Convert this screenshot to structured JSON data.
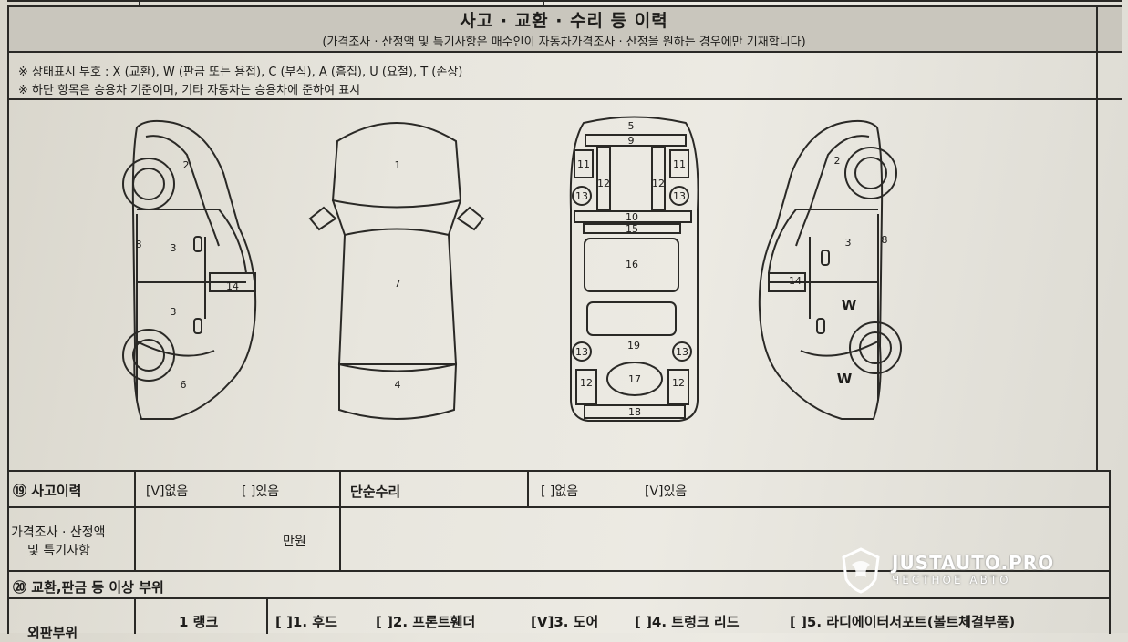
{
  "header": {
    "title": "사고 · 교환 · 수리 등 이력",
    "subtitle": "(가격조사 · 산정액 및 특기사항은 매수인이 자동차가격조사 · 산정을 원하는 경우에만 기재합니다)"
  },
  "legend": {
    "line1": "※ 상태표시 부호 : X (교환), W (판금 또는 용접), C (부식), A (흠집), U (요철), T (손상)",
    "line2": "※ 하단 항목은 승용차 기준이며, 기타 자동차는 승용차에 준하여 표시"
  },
  "diagram": {
    "left_side": {
      "n2": "2",
      "n8": "8",
      "n3a": "3",
      "n3b": "3",
      "n14": "14",
      "n6": "6"
    },
    "top": {
      "n1": "1",
      "n7": "7",
      "n4": "4"
    },
    "under": {
      "n5": "5",
      "n9": "9",
      "n11a": "11",
      "n11b": "11",
      "n12a": "12",
      "n12b": "12",
      "n13a": "13",
      "n13b": "13",
      "n10": "10",
      "n15": "15",
      "n16": "16",
      "n13c": "13",
      "n13d": "13",
      "n19": "19",
      "n12c": "12",
      "n12d": "12",
      "n17": "17",
      "n18": "18"
    },
    "right_side": {
      "n2": "2",
      "n8": "8",
      "n3": "3",
      "n14": "14",
      "mark_w1": "W",
      "mark_w2": "W"
    }
  },
  "table": {
    "accident_label": "⑲ 사고이력",
    "accident_none": "[V]없음",
    "accident_yes": "[ ]있음",
    "simple_repair_label": "단순수리",
    "simple_repair_none": "[ ]없음",
    "simple_repair_yes": "[V]있음",
    "price_label_1": "가격조사 · 산정액",
    "price_label_2": "및 특기사항",
    "price_unit": "만원",
    "parts_label": "⑳ 교환,판금 등 이상 부위",
    "rank_label": "1 랭크",
    "row_label_partial": "외판부위",
    "items": [
      "[ ]1. 후드",
      "[ ]2. 프론트휀더",
      "[V]3. 도어",
      "[ ]4. 트렁크 리드",
      "[ ]5. 라디에이터서포트(볼트체결부품)"
    ]
  },
  "watermark": {
    "name": "JUSTAUTO.PRO",
    "tagline": "ЧЕСТНОЕ АВТО"
  }
}
